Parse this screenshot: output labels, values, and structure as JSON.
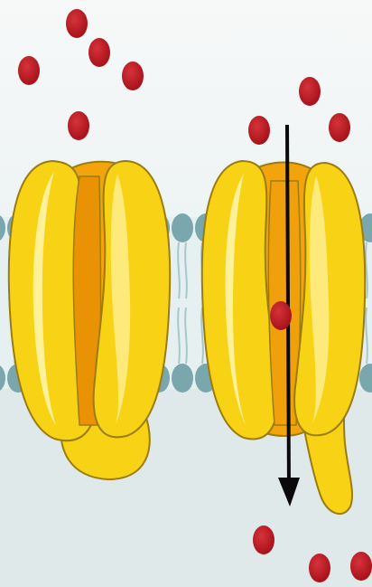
{
  "diagram": {
    "colors": {
      "extracellular": "#f1f5f5",
      "cytoplasm": "#dbe7e8",
      "membrane_head": "#7aa7ad",
      "membrane_core": "#e7f1f2",
      "protein": "#f8d214",
      "protein_edge": "#9a7d10",
      "protein_highlight": "#fff2a0",
      "pore_open": "#f3a30c",
      "pore_inner": "#e89205",
      "molecule": "#b3141c",
      "arrow": "#0a0a0a"
    },
    "channels": [
      {
        "state": "closed",
        "molecules_above": 5,
        "molecules_inside": 0,
        "molecules_below": 0
      },
      {
        "state": "open",
        "molecules_above": 3,
        "molecules_inside": 1,
        "molecules_below": 3,
        "arrow": "down"
      }
    ]
  }
}
